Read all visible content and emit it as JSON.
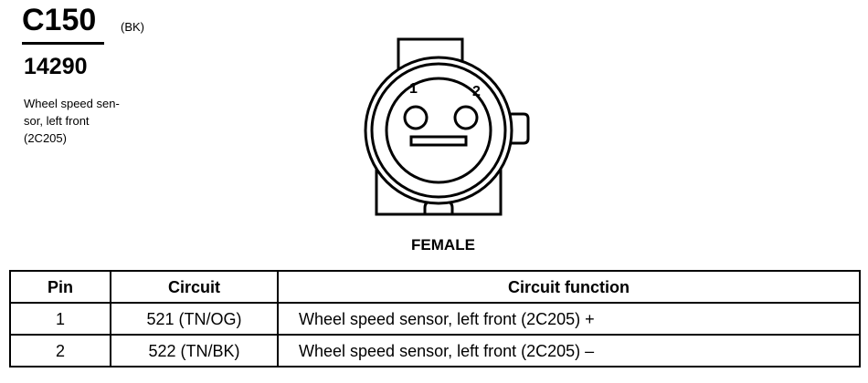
{
  "connector": {
    "id": "C150",
    "color_code": "(BK)",
    "part_number": "14290",
    "description_lines": [
      "Wheel speed sen-",
      "sor, left front",
      "(2C205)"
    ],
    "gender": "FEMALE",
    "pin_labels": [
      "1",
      "2"
    ]
  },
  "table": {
    "headers": [
      "Pin",
      "Circuit",
      "Circuit function"
    ],
    "rows": [
      {
        "pin": "1",
        "circuit": "521 (TN/OG)",
        "function": "Wheel speed sensor, left front (2C205) +"
      },
      {
        "pin": "2",
        "circuit": "522 (TN/BK)",
        "function": "Wheel speed sensor, left front (2C205) –"
      }
    ]
  }
}
